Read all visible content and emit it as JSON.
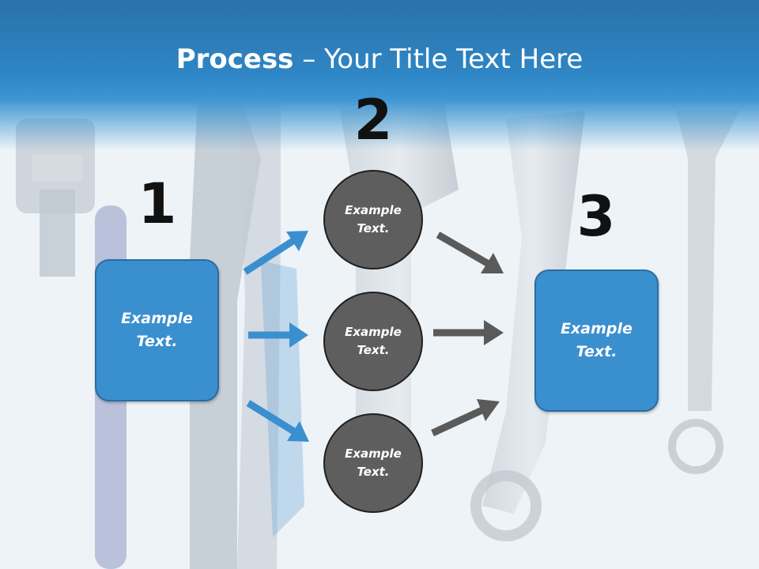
{
  "title": {
    "bold": "Process",
    "rest": " – Your Title Text Here"
  },
  "steps": {
    "one": "1",
    "two": "2",
    "three": "3"
  },
  "left_box": {
    "text": "Example Text."
  },
  "right_box": {
    "text": "Example Text."
  },
  "circles": [
    {
      "text": "Example Text."
    },
    {
      "text": "Example Text."
    },
    {
      "text": "Example Text."
    }
  ],
  "colors": {
    "header_blue": "#2f86c6",
    "box_blue": "#3a8fcf",
    "circle_gray": "#5e5e5e",
    "arrow_blue": "#3a8fcf",
    "arrow_gray": "#5a5a5a"
  }
}
